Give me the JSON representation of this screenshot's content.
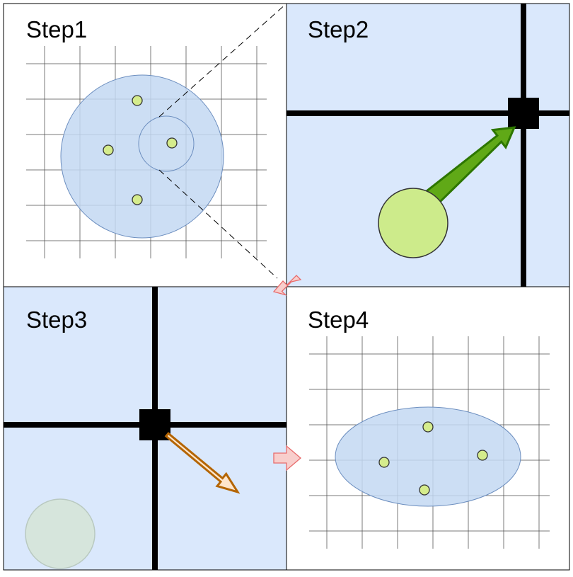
{
  "panels": {
    "step1": {
      "title": "Step1"
    },
    "step2": {
      "title": "Step2"
    },
    "step3": {
      "title": "Step3"
    },
    "step4": {
      "title": "Step4"
    }
  },
  "colors": {
    "panel_border": "#000000",
    "blue_fill": "#dae8fc",
    "region_fill": "#c3d8f2",
    "region_stroke": "#6c8ebf",
    "grid": "#4d4d4d",
    "point_fill": "#d5ec8c",
    "point_stroke": "#333333",
    "big_point_fill": "#cdeb8b",
    "faded_point_fill": "#d6e5dc",
    "green_arrow_fill": "#60a917",
    "green_arrow_stroke": "#2d7600",
    "orange_arrow_fill": "#ffe6cc",
    "orange_arrow_stroke": "#b46504",
    "red_arrow_fill": "#f8cecc",
    "red_arrow_stroke": "#e86b6b",
    "cross": "#000000"
  }
}
